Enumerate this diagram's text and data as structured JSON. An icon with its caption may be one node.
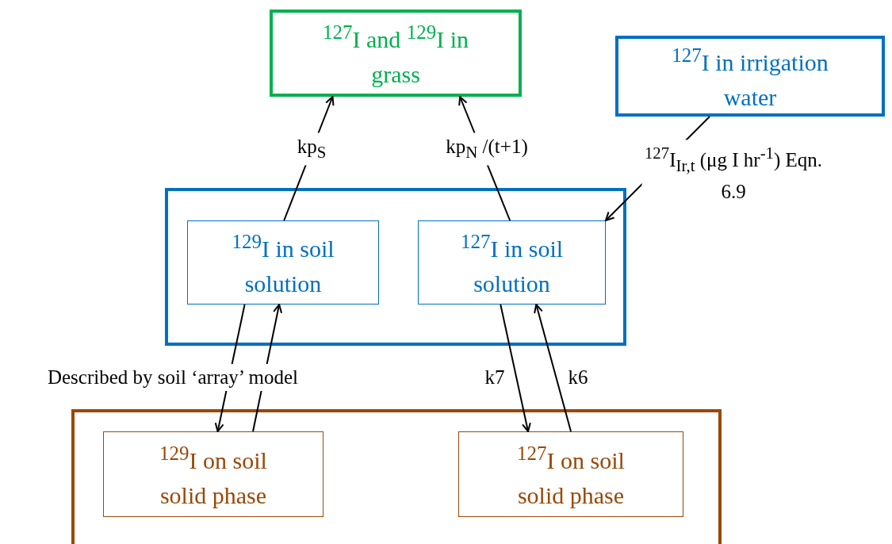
{
  "diagram": {
    "nodes": [
      {
        "text": [
          "$^{127}$I and $^{129}$I in grass"
        ]
      },
      {
        "text": [
          "$^{127}$I in irrigation water"
        ]
      },
      {
        "text": [],
        "shape": "box"
      },
      {
        "text": [
          "$^{129}$I in soil solution"
        ],
        "in": 2
      },
      {
        "text": [
          "$^{127}$I in soil solution"
        ],
        "in": 2
      },
      {
        "text": [],
        "shape": "box"
      },
      {
        "text": [
          "$^{129}$I on soil solid phase"
        ],
        "in": 5
      },
      {
        "text": [
          "$^{127}$I on soil solid phase"
        ],
        "in": 5
      }
    ],
    "edges": [
      {
        "from": 3,
        "to": 0,
        "arrow": "to",
        "label": "kp$_{S}$"
      },
      {
        "from": 4,
        "to": 0,
        "arrow": "to",
        "label": "kp$_{N}$ /(t+1)"
      },
      {
        "from": 1,
        "to": 4,
        "arrow": "to",
        "label": "$^{127}$I$_{Ir,t}$  (μg I hr$^{-1}$) Eqn. 6.9"
      },
      {
        "from": 3,
        "to": 6,
        "arrow": "to",
        "label": "Described by soil ‘array’ model"
      },
      {
        "from": 6,
        "to": 3,
        "arrow": "to"
      },
      {
        "from": 4,
        "to": 7,
        "arrow": "to",
        "label": "k7"
      },
      {
        "from": 7,
        "to": 4,
        "arrow": "to",
        "label": "k6"
      }
    ]
  }
}
